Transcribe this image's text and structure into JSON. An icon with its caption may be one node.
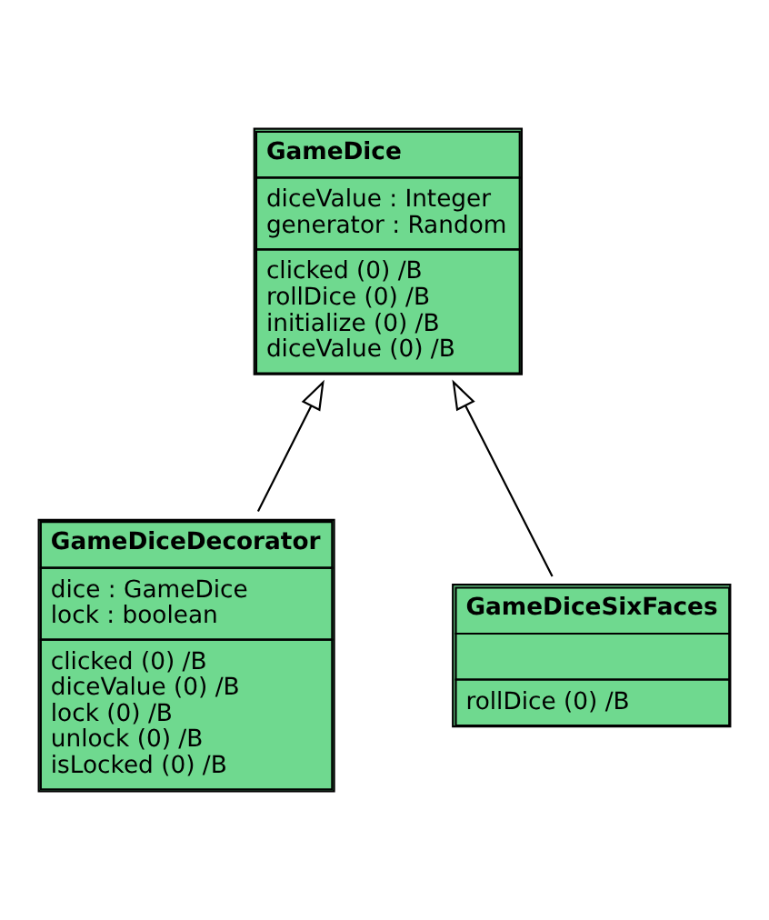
{
  "diagram": {
    "nodes": [
      {
        "text": [
          "GameDice",
          "diceValue : Integer",
          "generator : Random",
          "clicked (0) /B",
          "rollDice (0) /B",
          "initialize (0) /B",
          "diceValue (0) /B"
        ]
      },
      {
        "text": [
          "GameDiceDecorator",
          "dice : GameDice",
          "lock : boolean",
          "clicked (0) /B",
          "diceValue (0) /B",
          "lock (0) /B",
          "unlock (0) /B",
          "isLocked (0) /B"
        ]
      },
      {
        "text": [
          "GameDiceSixFaces",
          "rollDice (0) /B"
        ]
      }
    ],
    "edges": [
      {
        "from": 1,
        "to": 0,
        "arrow": "to"
      },
      {
        "from": 2,
        "to": 0,
        "arrow": "to"
      }
    ]
  }
}
